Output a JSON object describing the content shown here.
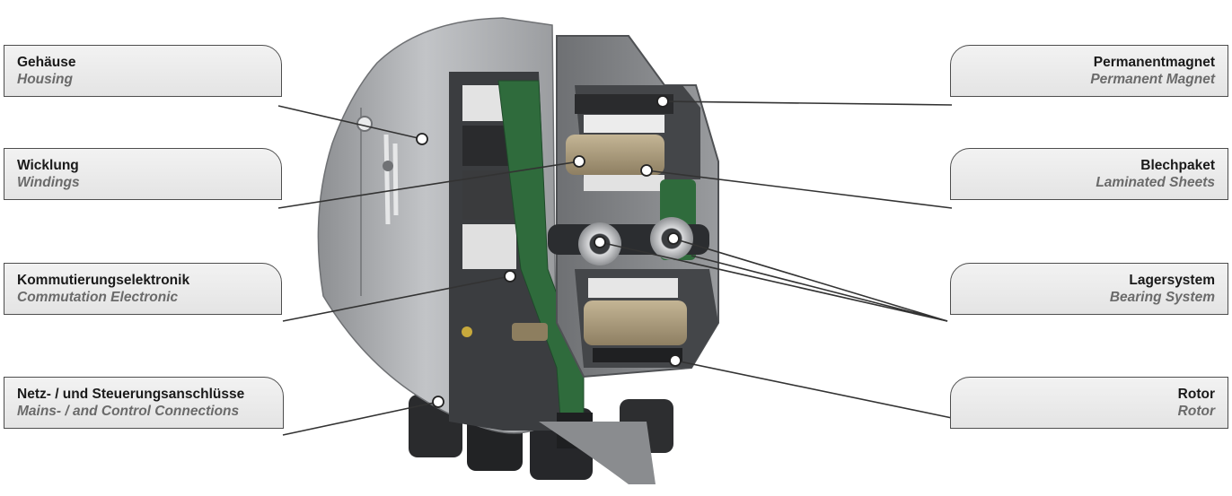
{
  "labels": {
    "housing": {
      "de": "Gehäuse",
      "en": "Housing"
    },
    "windings": {
      "de": "Wicklung",
      "en": "Windings"
    },
    "commutation": {
      "de": "Kommutierungselektronik",
      "en": "Commutation Electronic"
    },
    "connections": {
      "de": "Netz- / und Steuerungsanschlüsse",
      "en": "Mains- / and Control Connections"
    },
    "magnet": {
      "de": "Permanentmagnet",
      "en": "Permanent Magnet"
    },
    "laminated": {
      "de": "Blechpaket",
      "en": "Laminated Sheets"
    },
    "bearing": {
      "de": "Lagersystem",
      "en": "Bearing System"
    },
    "rotor": {
      "de": "Rotor",
      "en": "Rotor"
    }
  },
  "colors": {
    "housing": "#a6a8ab",
    "pcb": "#2f6b3c",
    "laminate": "#a9987a",
    "shaft": "#2b2d30",
    "box_border": "#4d4d4d"
  }
}
